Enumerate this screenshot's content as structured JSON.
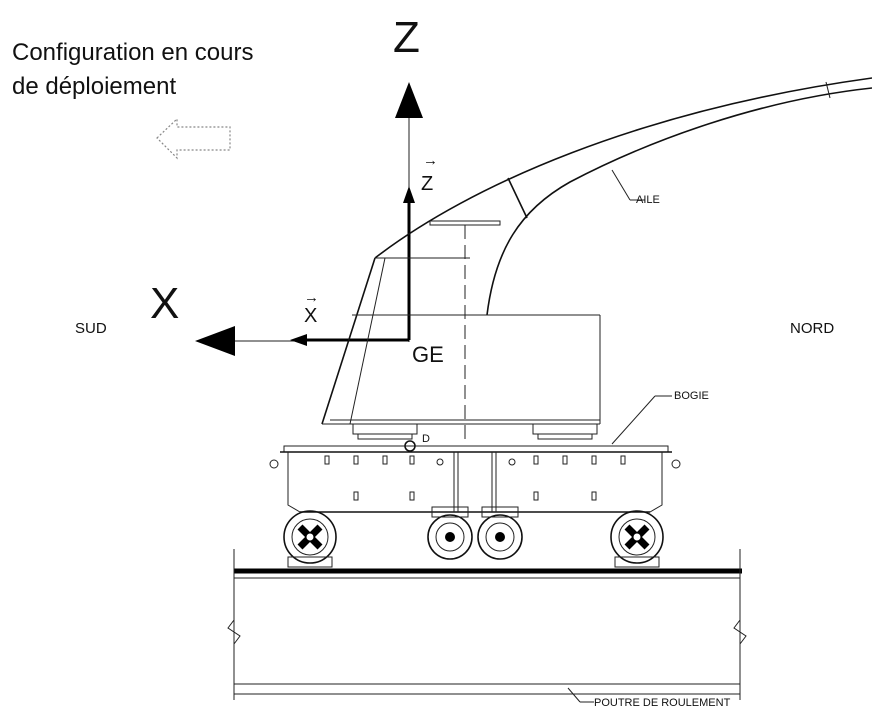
{
  "caption": {
    "line1": "Configuration en cours",
    "line2": "de déploiement"
  },
  "axes": {
    "z_big": "Z",
    "x_big": "X",
    "z_vec": "Z",
    "x_vec": "X",
    "vector_arrow": "→",
    "origin": "GE"
  },
  "sides": {
    "south": "SUD",
    "north": "NORD"
  },
  "labels": {
    "wing": "AILE",
    "bogie": "BOGIE",
    "point_d": "D",
    "beam": "POUTRE DE ROULEMENT"
  }
}
